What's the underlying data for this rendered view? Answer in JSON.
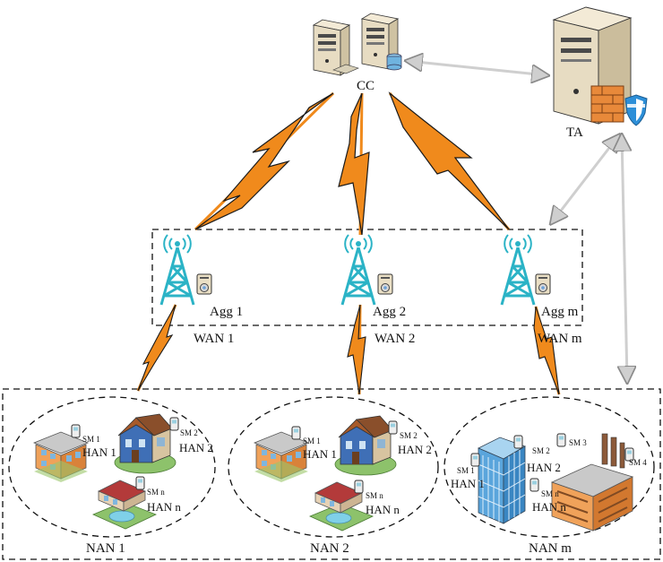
{
  "nodes": {
    "cc": {
      "label": "CC"
    },
    "ta": {
      "label": "TA"
    },
    "aggregators": [
      {
        "label": "Agg 1",
        "wan": "WAN 1"
      },
      {
        "label": "Agg 2",
        "wan": "WAN 2"
      },
      {
        "label": "Agg m",
        "wan": "WAN m"
      }
    ],
    "nans": [
      {
        "label": "NAN 1",
        "meters": [
          {
            "sm": "SM 1",
            "han": "HAN 1"
          },
          {
            "sm": "SM 2",
            "han": "HAN 2"
          },
          {
            "sm": "SM n",
            "han": "HAN n"
          }
        ]
      },
      {
        "label": "NAN 2",
        "meters": [
          {
            "sm": "SM 1",
            "han": "HAN 1"
          },
          {
            "sm": "SM 2",
            "han": "HAN 2"
          },
          {
            "sm": "SM n",
            "han": "HAN n"
          }
        ]
      },
      {
        "label": "NAN m",
        "meters": [
          {
            "sm": "SM 1",
            "han": "HAN 1"
          },
          {
            "sm": "SM 2",
            "han": "HAN 2"
          },
          {
            "sm": "SM 3",
            "han": ""
          },
          {
            "sm": "SM 4",
            "han": ""
          },
          {
            "sm": "SM n",
            "han": "HAN n"
          }
        ]
      }
    ]
  },
  "icons": {
    "server": "server-icon",
    "firewall": "firewall-icon",
    "shield": "shield-icon",
    "tower": "radio-tower-icon",
    "house": "house-icon",
    "office": "office-building-icon",
    "factory": "factory-icon",
    "meter": "smart-meter-icon",
    "link": "lightning-link-icon"
  },
  "colors": {
    "wireless_link": "#f08a1c",
    "wireless_outline": "#1a1a1a",
    "tower": "#2bb3c6",
    "server": "#e7dcc2",
    "firewall": "#e8893a",
    "shield": "#2d8fd8",
    "arrow": "#bdbdbd"
  }
}
